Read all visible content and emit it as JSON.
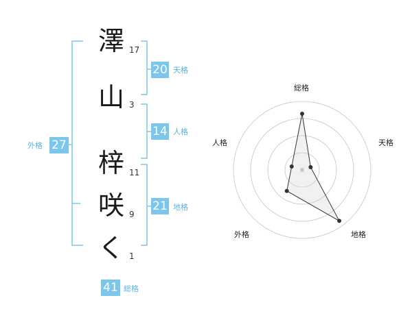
{
  "name": {
    "chars": [
      {
        "char": "澤",
        "strokes": "17"
      },
      {
        "char": "山",
        "strokes": "3"
      },
      {
        "char": "梓",
        "strokes": "11"
      },
      {
        "char": "咲",
        "strokes": "9"
      },
      {
        "char": "く",
        "strokes": "1"
      }
    ]
  },
  "fortune": {
    "tenkaku": {
      "value": "20",
      "label": "天格"
    },
    "jinkaku": {
      "value": "14",
      "label": "人格"
    },
    "chikaku": {
      "value": "21",
      "label": "地格"
    },
    "gaikaku": {
      "value": "27",
      "label": "外格"
    },
    "soukaku": {
      "value": "41",
      "label": "総格"
    }
  },
  "colors": {
    "accent": "#7cc6ec",
    "bracket": "#7cc6ec",
    "ring": "#d0d0d0"
  },
  "chart_data": {
    "type": "radar",
    "axes": [
      "総格",
      "天格",
      "地格",
      "外格",
      "人格"
    ],
    "values": [
      0.82,
      0.13,
      0.92,
      0.38,
      0.16
    ],
    "range": [
      0,
      1
    ],
    "rings": 4
  }
}
